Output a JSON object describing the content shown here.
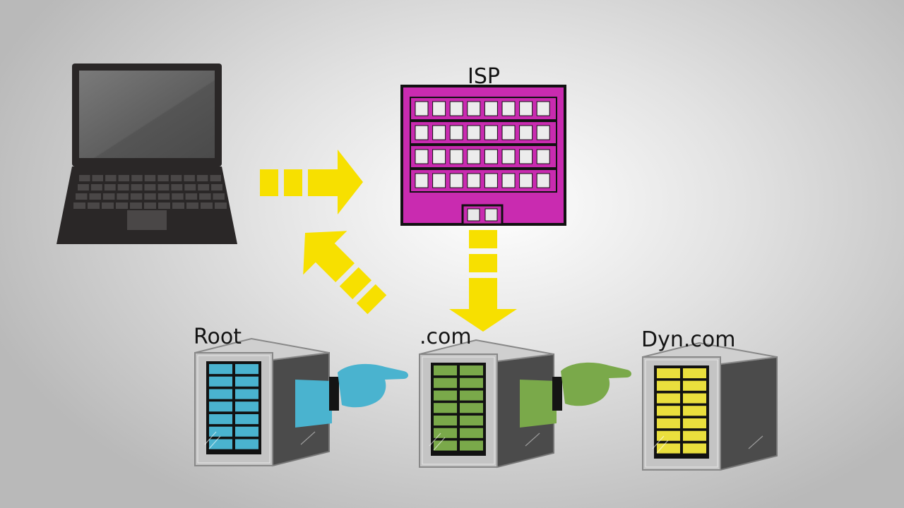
{
  "labels": {
    "isp": "ISP",
    "root": "Root",
    "com": ".com",
    "dyn": "Dyn.com"
  },
  "colors": {
    "arrow": "#f7e000",
    "isp_building": "#c92bb0",
    "root_server": "#4ab3cf",
    "com_server": "#7aa94a",
    "dyn_server": "#eadf3d",
    "laptop": "#2a2727"
  },
  "icons": [
    "laptop-icon",
    "isp-building-icon",
    "root-server-icon",
    "com-server-icon",
    "dyn-server-icon",
    "pointing-hand-icon"
  ]
}
